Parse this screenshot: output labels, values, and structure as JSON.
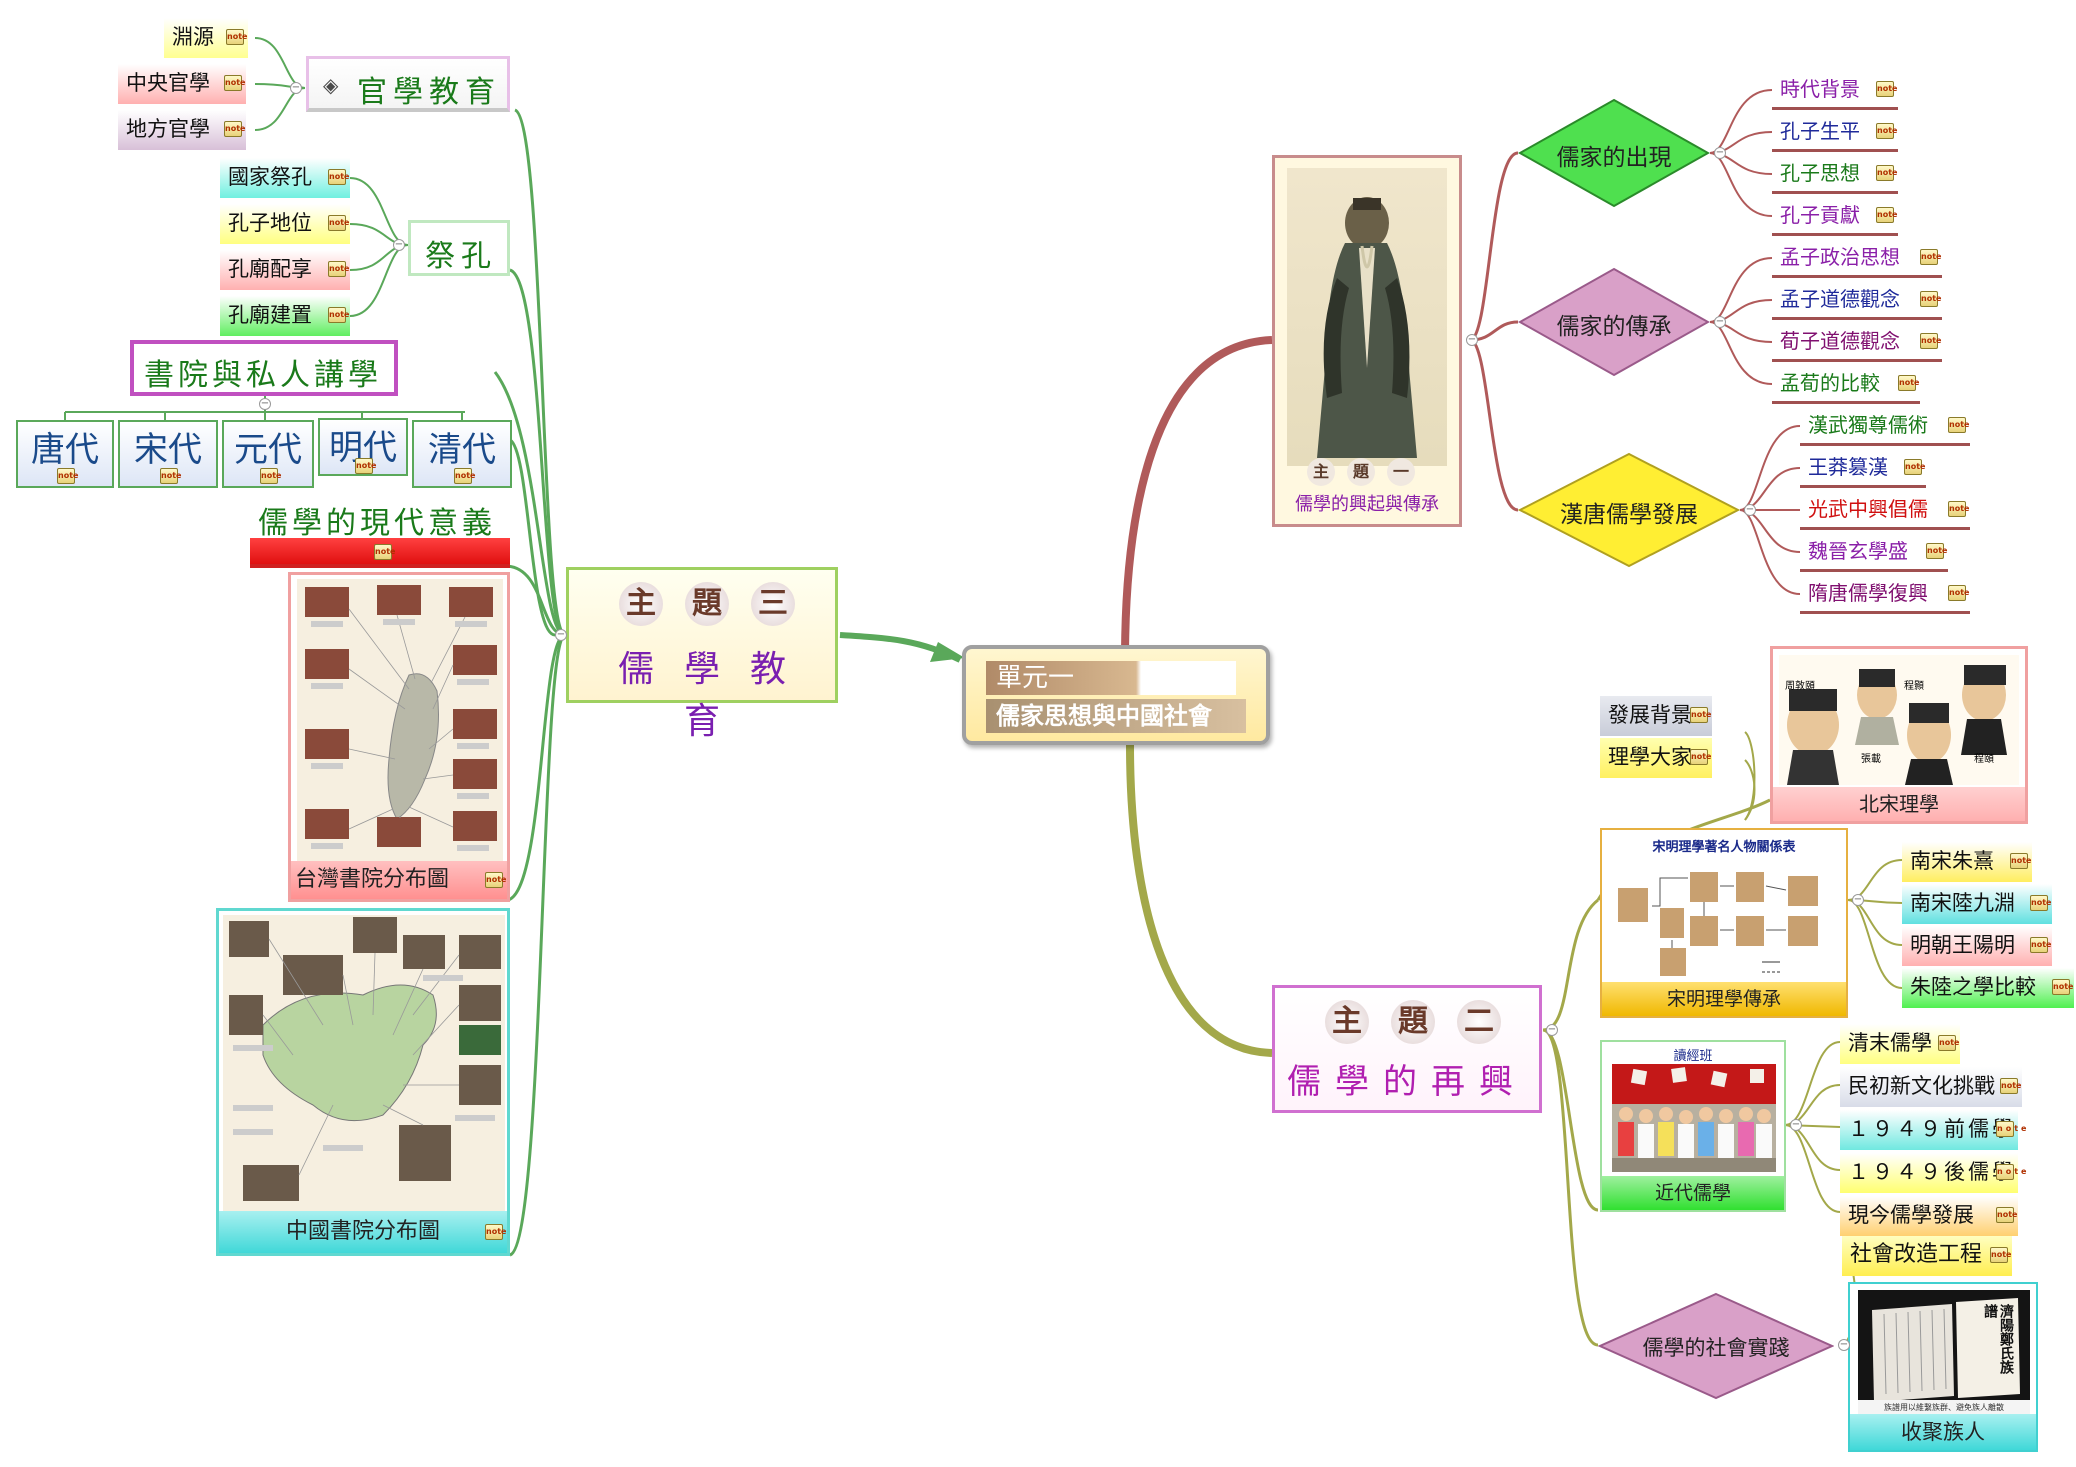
{
  "central": {
    "line1": "單元一",
    "line2": "儒家思想與中國社會"
  },
  "topic1": {
    "badge": [
      "主",
      "題",
      "一"
    ],
    "caption": "儒學的興起與傳承"
  },
  "topic1_branches": [
    {
      "label": "儒家的出現",
      "children": [
        "時代背景",
        "孔子生平",
        "孔子思想",
        "孔子貢獻"
      ]
    },
    {
      "label": "儒家的傳承",
      "children": [
        "孟子政治思想",
        "孟子道德觀念",
        "荀子道德觀念",
        "孟荀的比較"
      ]
    },
    {
      "label": "漢唐儒學發展",
      "children": [
        "漢武獨尊儒術",
        "王莽篡漢",
        "光武中興倡儒",
        "魏晉玄學盛",
        "隋唐儒學復興"
      ]
    }
  ],
  "topic2": {
    "badge": [
      "主",
      "題",
      "二"
    ],
    "title": "儒學的再興"
  },
  "topic2_branches": {
    "northern_song": {
      "caption": "北宋理學",
      "portrait_names": [
        "周敦頤",
        "程顥",
        "張載",
        "程頤"
      ],
      "children": [
        "發展背景",
        "理學大家"
      ]
    },
    "songming": {
      "caption": "宋明理學傳承",
      "chart_title": "宋明理學著名人物關係表",
      "children": [
        "南宋朱熹",
        "南宋陸九淵",
        "明朝王陽明",
        "朱陸之學比較"
      ]
    },
    "modern": {
      "caption": "近代儒學",
      "photo_title": "讀經班",
      "children": [
        "清末儒學",
        "民初新文化挑戰",
        "１９４９前儒學",
        "１９４９後儒學",
        "現今儒學發展"
      ]
    },
    "practice": {
      "label": "儒學的社會實踐",
      "children": [
        "社會改造工程"
      ],
      "image_caption": "收聚族人",
      "book_title": "濟陽鄭氏族譜",
      "book_note": "族譜用以維繫族群、避免族人離散"
    }
  },
  "topic3": {
    "badge": [
      "主",
      "題",
      "三"
    ],
    "title": "儒學教育"
  },
  "topic3_branches": {
    "official": {
      "label": "官學教育",
      "children": [
        "淵源",
        "中央官學",
        "地方官學"
      ]
    },
    "confucius": {
      "label": "祭孔",
      "children": [
        "國家祭孔",
        "孔子地位",
        "孔廟配享",
        "孔廟建置"
      ]
    },
    "academies": {
      "label": "書院與私人講學",
      "children": [
        "唐代",
        "宋代",
        "元代",
        "明代",
        "清代"
      ]
    },
    "modern_meaning": {
      "label": "儒學的現代意義"
    },
    "taiwan_map": {
      "caption": "台灣書院分布圖"
    },
    "china_map": {
      "caption": "中國書院分布圖"
    }
  },
  "colors": {
    "topic1_branch": "#b05a5a",
    "topic2_branch": "#a3a84a",
    "topic3_branch": "#4aa04a",
    "diamond_green": "#4fe04f",
    "diamond_pink": "#d9a0c8",
    "diamond_yellow": "#ffee33",
    "purple_text": "#8a1fa8",
    "navy_text": "#1f2a9a",
    "dark_green_text": "#1a7a1a",
    "red_text": "#d01010"
  }
}
